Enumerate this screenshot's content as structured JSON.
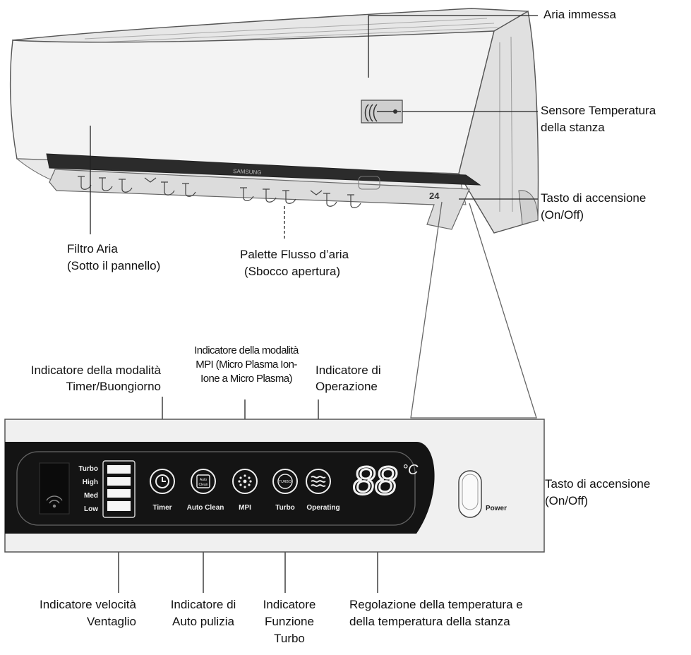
{
  "brand": "SAMSUNG",
  "unit_display": "24",
  "labels": {
    "air_inlet": "Aria immessa",
    "room_sensor_1": "Sensore Temperatura",
    "room_sensor_2": "della stanza",
    "power_top_1": "Tasto di accensione",
    "power_top_2": "(On/Off)",
    "filter_1": "Filtro Aria",
    "filter_2": "(Sotto il pannello)",
    "blades_1": "Palette Flusso d’aria",
    "blades_2": "(Sbocco apertura)",
    "timer_1": "Indicatore della modalità",
    "timer_2": "Timer/Buongiorno",
    "mpi_1": "Indicatore della modalità",
    "mpi_2": "MPI (Micro Plasma Ion-",
    "mpi_3": "Ione a Micro Plasma)",
    "operating_1": "Indicatore di",
    "operating_2": "Operazione",
    "power_panel_1": "Tasto di accensione",
    "power_panel_2": "(On/Off)",
    "fan_1": "Indicatore velocità",
    "fan_2": "Ventaglio",
    "autoclean_1": "Indicatore di",
    "autoclean_2": "Auto pulizia",
    "turbo_1": "Indicatore",
    "turbo_2": "Funzione",
    "turbo_3": "Turbo",
    "temp_1": "Regolazione della temperatura e",
    "temp_2": "della temperatura della stanza"
  },
  "panel": {
    "fan_levels": [
      "Turbo",
      "High",
      "Med",
      "Low"
    ],
    "icons": [
      {
        "name": "timer",
        "label": "Timer"
      },
      {
        "name": "auto-clean",
        "label": "Auto Clean"
      },
      {
        "name": "mpi",
        "label": "MPI"
      },
      {
        "name": "turbo",
        "label": "Turbo"
      },
      {
        "name": "operating",
        "label": "Operating"
      }
    ],
    "auto_clean_badge_1": "Auto",
    "auto_clean_badge_2": "Clean",
    "turbo_badge": "TURBO",
    "temp_display": "88",
    "temp_unit": "°C",
    "power_label": "Power"
  },
  "colors": {
    "panel_black": "#141414",
    "housing": "#f2f2f2",
    "panel_bg": "#eeeeee"
  }
}
